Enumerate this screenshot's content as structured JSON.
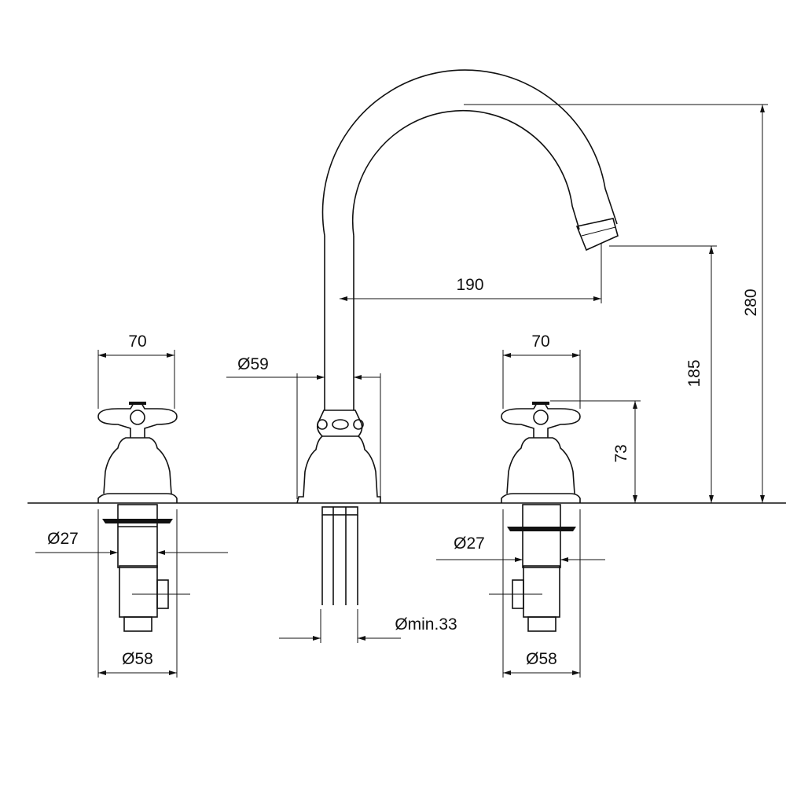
{
  "dimensions": {
    "spout_height": "280",
    "spout_outlet_height": "185",
    "spout_reach": "190",
    "spout_base_diameter": "Ø59",
    "handle_left_width": "70",
    "handle_right_width": "70",
    "handle_height": "73",
    "valve_left_diameter": "Ø27",
    "valve_right_diameter": "Ø27",
    "valve_left_outer_diameter": "Ø58",
    "valve_right_outer_diameter": "Ø58",
    "hole_min_diameter": "Ømin.33"
  },
  "colors": {
    "line": "#111111",
    "background": "#ffffff"
  }
}
